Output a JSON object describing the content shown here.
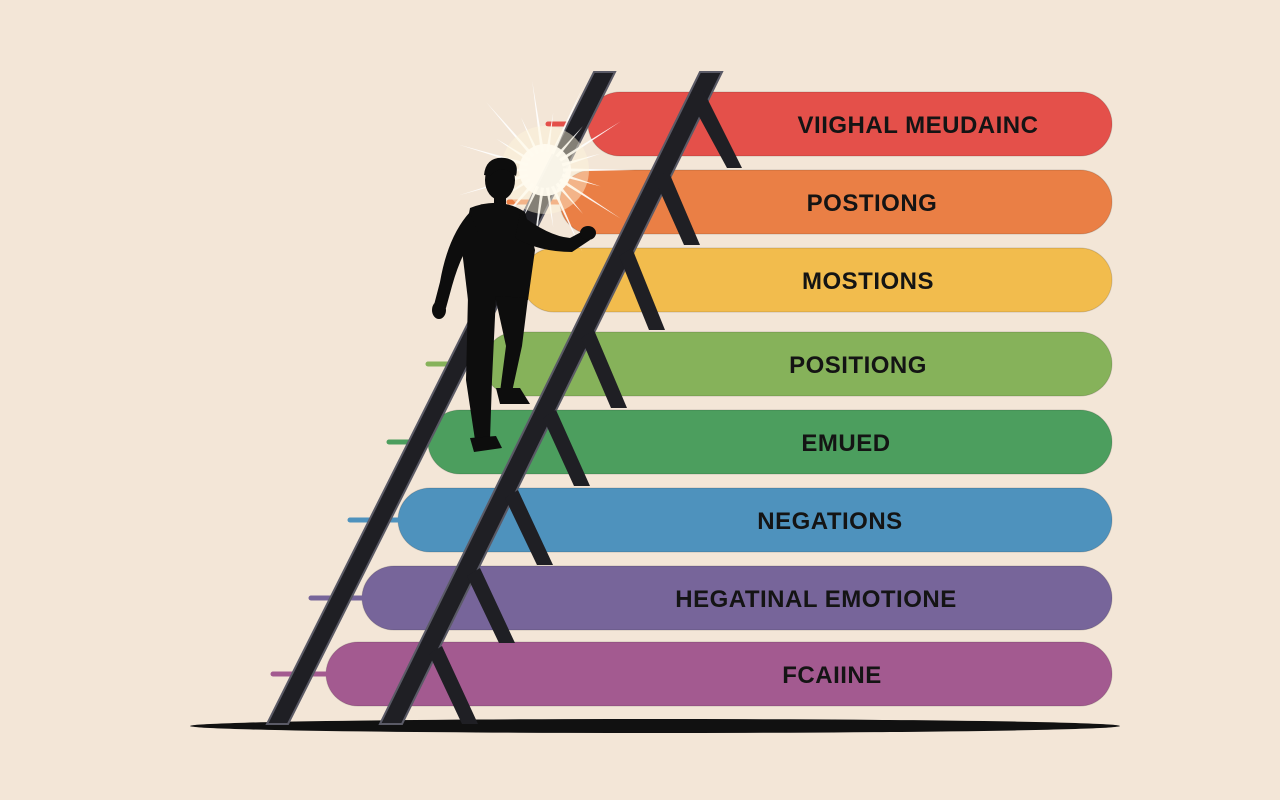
{
  "background": "#f3e6d7",
  "bars": [
    {
      "label": "VIIGHAL MEUDAINC",
      "color": "#e4504a"
    },
    {
      "label": "POSTIONG",
      "color": "#ea7f45"
    },
    {
      "label": "MOSTIONS",
      "color": "#f2bc4d"
    },
    {
      "label": "POSITIONG",
      "color": "#86b25a"
    },
    {
      "label": "EMUED",
      "color": "#4c9e5e"
    },
    {
      "label": "NEGATIONS",
      "color": "#4e92bd"
    },
    {
      "label": "HEGATINAL EMOTIONE",
      "color": "#77659a"
    },
    {
      "label": "FCAIINE",
      "color": "#a35a90"
    }
  ],
  "icons": {
    "person": "person-climbing-silhouette",
    "burst": "light-burst",
    "ladder": "ladder"
  },
  "ladder_color": "#1f1f24",
  "ground_color": "#111111"
}
